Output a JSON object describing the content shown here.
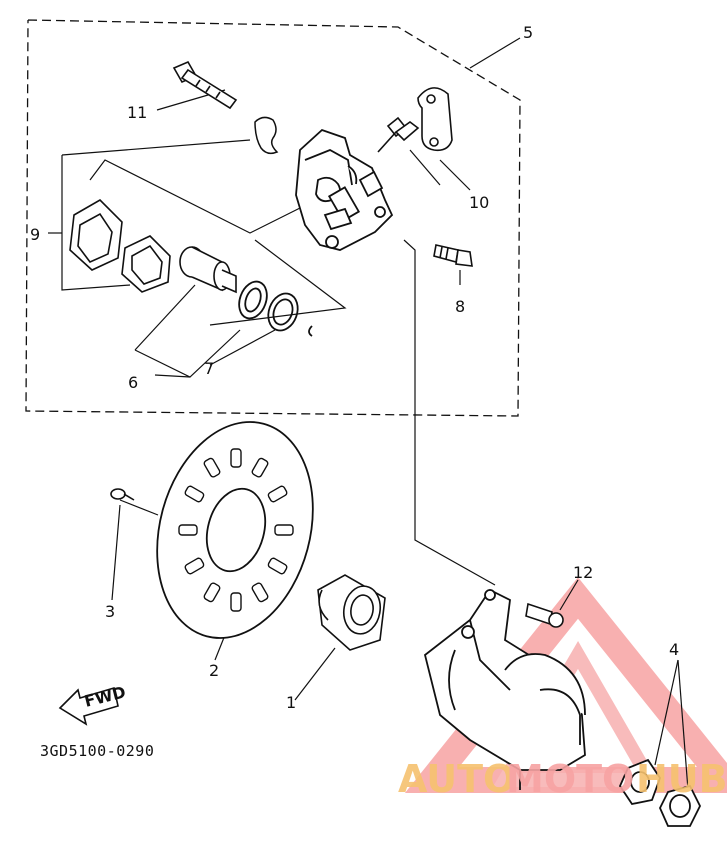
{
  "part_labels": {
    "p1": "1",
    "p2": "2",
    "p3": "3",
    "p4": "4",
    "p5": "5",
    "p6": "6",
    "p7": "7",
    "p8": "8",
    "p9": "9",
    "p10": "10",
    "p11": "11",
    "p12": "12"
  },
  "direction_label": "FWD",
  "diagram_code": "3GD5100-0290",
  "watermark": {
    "part1": "AUTO",
    "part2": "MOTO",
    "part3": "HUB"
  },
  "colors": {
    "ink": "#111111",
    "watermark_red": "#f0383b",
    "watermark_pink": "#f7a3a3",
    "watermark_orange": "#f6c26f"
  }
}
